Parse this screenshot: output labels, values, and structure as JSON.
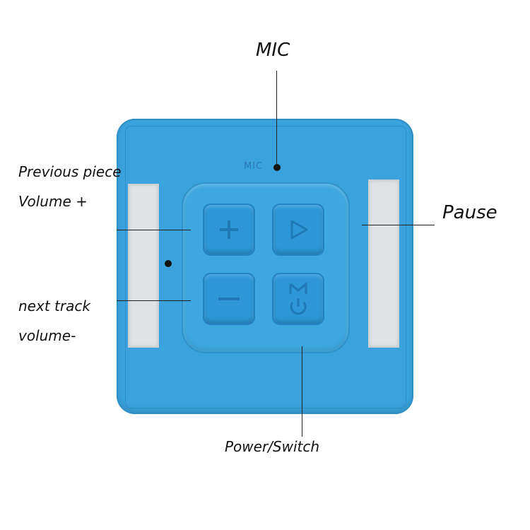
{
  "callouts": {
    "mic": "MIC",
    "previous_piece": "Previous piece",
    "volume_plus": "Volume +",
    "pause": "Pause",
    "next_track": "next track",
    "volume_minus": "volume-",
    "power_switch": "Power/Switch"
  },
  "device": {
    "mic_label": "MIC",
    "buttons": [
      "plus",
      "play",
      "minus",
      "mode-power"
    ],
    "colors": {
      "body": "#3aa3dd",
      "button": "#2d97d8",
      "tape": "#dfe3e6"
    }
  }
}
